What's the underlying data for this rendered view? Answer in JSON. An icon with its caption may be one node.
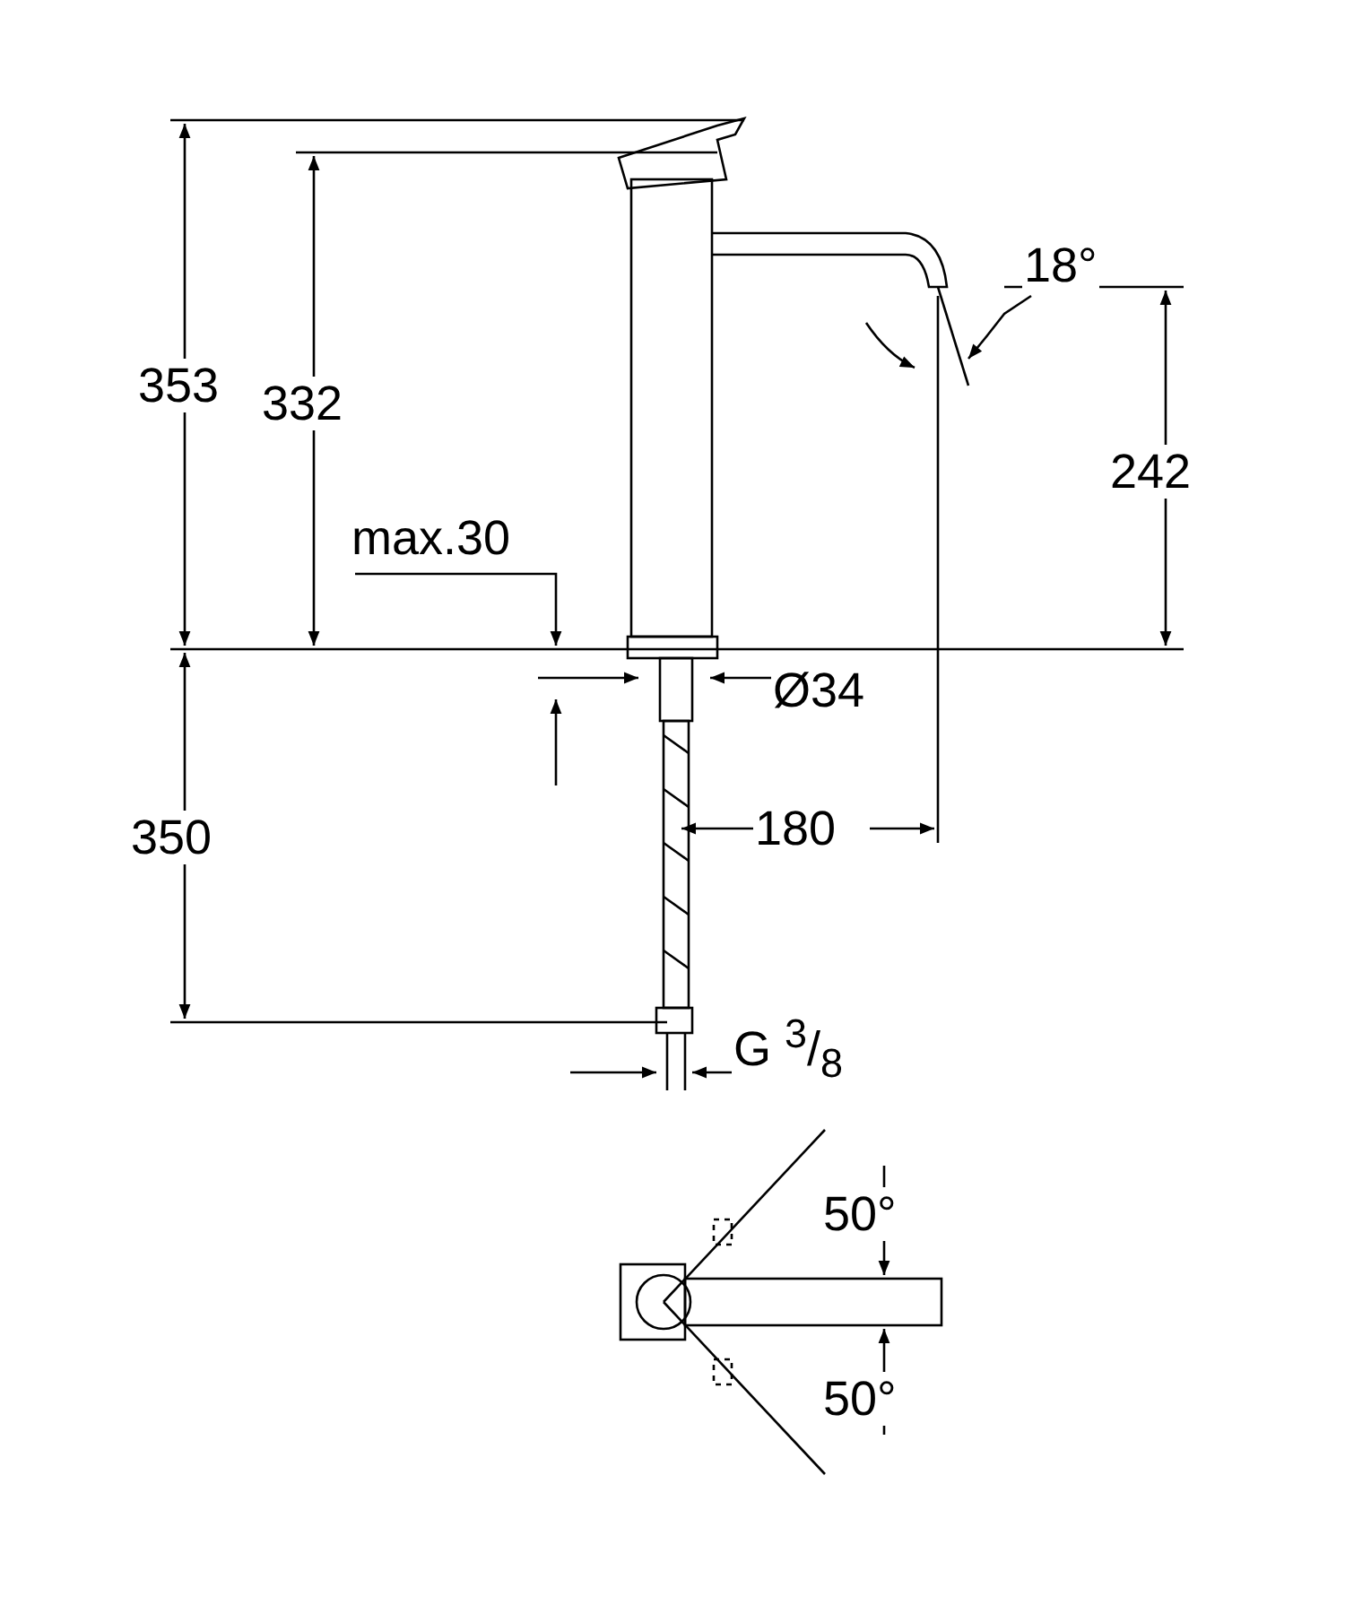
{
  "diagram": {
    "labels": [
      "353",
      "332",
      "18°",
      "242",
      "max.30",
      "Ø34",
      "350",
      "180",
      "G $^{3}$/$_{8}$",
      "50°",
      "50°"
    ]
  }
}
